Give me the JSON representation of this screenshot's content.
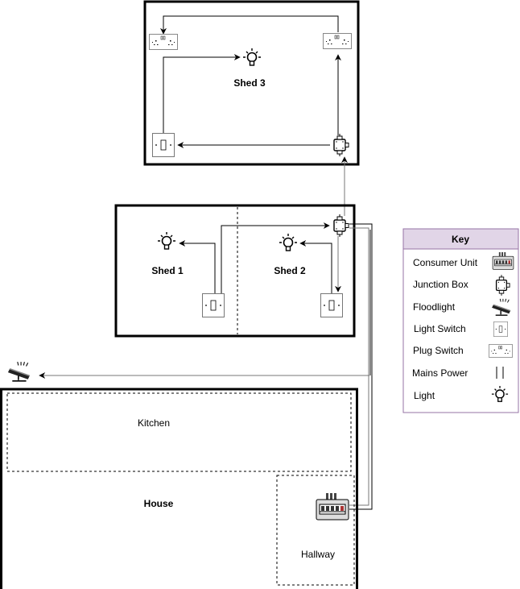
{
  "rooms": {
    "shed3": "Shed 3",
    "shed1": "Shed 1",
    "shed2": "Shed 2",
    "kitchen": "Kitchen",
    "house": "House",
    "hallway": "Hallway"
  },
  "key": {
    "title": "Key",
    "items": [
      {
        "label": "Consumer Unit",
        "icon": "consumer-unit-icon"
      },
      {
        "label": "Junction Box",
        "icon": "junction-box-icon"
      },
      {
        "label": "Floodlight",
        "icon": "floodlight-icon"
      },
      {
        "label": "Light Switch",
        "icon": "light-switch-icon"
      },
      {
        "label": "Plug Switch",
        "icon": "plug-switch-icon"
      },
      {
        "label": "Mains Power",
        "icon": "mains-power-icon"
      },
      {
        "label": "Light",
        "icon": "light-icon"
      }
    ]
  },
  "colors": {
    "key_header": "#e1d5e7",
    "key_border": "#9673a6"
  }
}
